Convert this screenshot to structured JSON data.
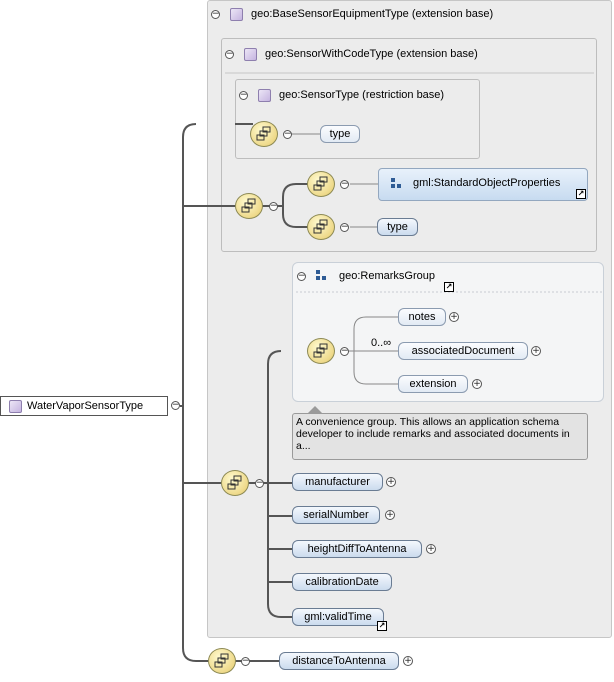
{
  "root": {
    "label": "WaterVaporSensorType"
  },
  "base_equipment": {
    "label": "geo:BaseSensorEquipmentType (extension base)"
  },
  "sensor_with_code": {
    "label": "geo:SensorWithCodeType (extension base)"
  },
  "sensor_type": {
    "label": "geo:SensorType (restriction base)",
    "child": "type"
  },
  "code_sequence": {
    "std_props": "gml:StandardObjectProperties",
    "type": "type"
  },
  "remarks_group": {
    "label": "geo:RemarksGroup",
    "cardinality": "0..∞",
    "items": [
      "notes",
      "associatedDocument",
      "extension"
    ],
    "annotation": "A convenience group. This allows an application schema developer to include remarks and associated documents in a..."
  },
  "elements": [
    "manufacturer",
    "serialNumber",
    "heightDiffToAntenna",
    "calibrationDate",
    "gml:validTime"
  ],
  "distance": {
    "label": "distanceToAntenna"
  },
  "icons": {
    "minus": "−",
    "plus": "+",
    "link": "↗"
  },
  "colors": {
    "element_fill": "#cbdbee",
    "sequence_fill": "#eed98a",
    "panel": "#ececec",
    "connector": "#555555"
  }
}
